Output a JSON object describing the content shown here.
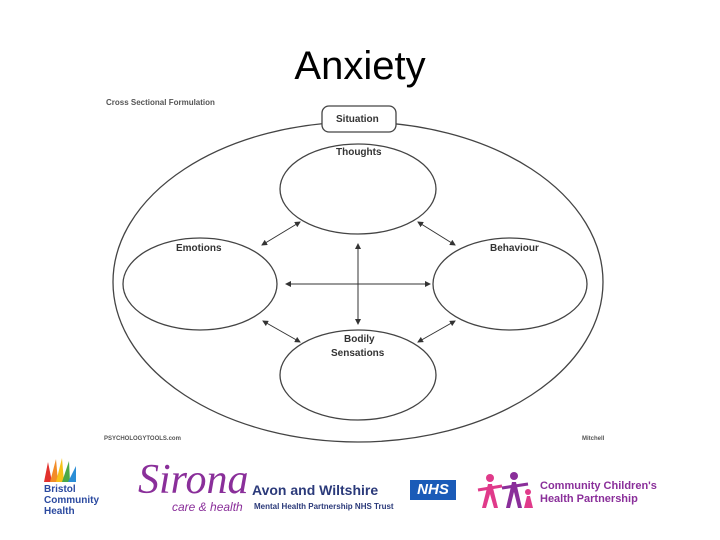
{
  "slide": {
    "title": "Anxiety"
  },
  "diagram": {
    "caption_top": "Cross Sectional Formulation",
    "caption_bottom_left": "PSYCHOLOGYTOOLS.com",
    "caption_bottom_right": "Mitchell",
    "nodes": {
      "situation": "Situation",
      "thoughts": "Thoughts",
      "emotions": "Emotions",
      "behaviour": "Behaviour",
      "bodily_line1": "Bodily",
      "bodily_line2": "Sensations"
    },
    "line_color": "#333333"
  },
  "logos": {
    "bch_line1": "Bristol",
    "bch_line2": "Community",
    "bch_line3": "Health",
    "sirona_word": "Sirona",
    "sirona_sub": "care & health",
    "awp_main": "Avon and Wiltshire",
    "awp_nhs": "NHS",
    "awp_sub": "Mental Health Partnership NHS Trust",
    "ccp_line1": "Community Children's",
    "ccp_line2": "Health Partnership",
    "purple": "#8a2f9a",
    "navy": "#2b3a7a",
    "nhs_blue": "#1a5bb8"
  }
}
